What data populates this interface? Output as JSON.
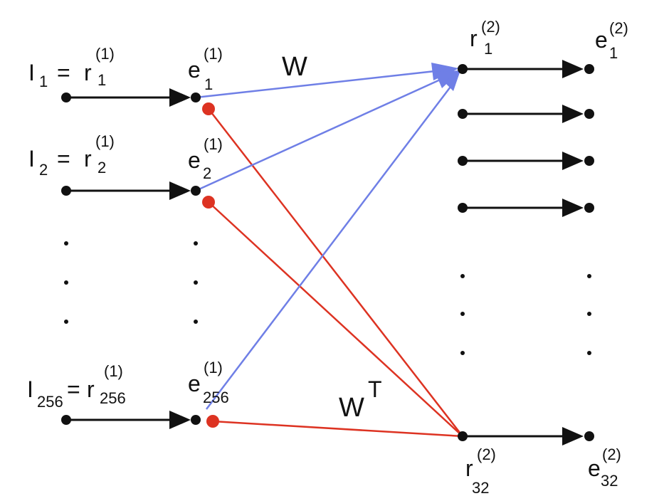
{
  "colors": {
    "black": "#111111",
    "blue": "#6f7fe6",
    "red": "#dd3322"
  },
  "labels": {
    "input_1": {
      "base": "I",
      "base_sub": "1",
      "eq": "=",
      "r": "r",
      "r_sup": "(1)",
      "r_sub": "1"
    },
    "input_2": {
      "base": "I",
      "base_sub": "2",
      "eq": "=",
      "r": "r",
      "r_sup": "(1)",
      "r_sub": "2"
    },
    "input_256": {
      "base": "I",
      "base_sub": "256",
      "eq": "=",
      "r": "r",
      "r_sup": "(1)",
      "r_sub": "256"
    },
    "e1_1": {
      "base": "e",
      "sup": "(1)",
      "sub": "1"
    },
    "e1_2": {
      "base": "e",
      "sup": "(1)",
      "sub": "2"
    },
    "e1_256": {
      "base": "e",
      "sup": "(1)",
      "sub": "256"
    },
    "r2_1": {
      "base": "r",
      "sup": "(2)",
      "sub": "1"
    },
    "r2_32": {
      "base": "r",
      "sup": "(2)",
      "sub": "32"
    },
    "e2_1": {
      "base": "e",
      "sup": "(2)",
      "sub": "1"
    },
    "e2_32": {
      "base": "e",
      "sup": "(2)",
      "sub": "32"
    },
    "w": "W",
    "wt": {
      "base": "W",
      "sup": "T"
    }
  }
}
